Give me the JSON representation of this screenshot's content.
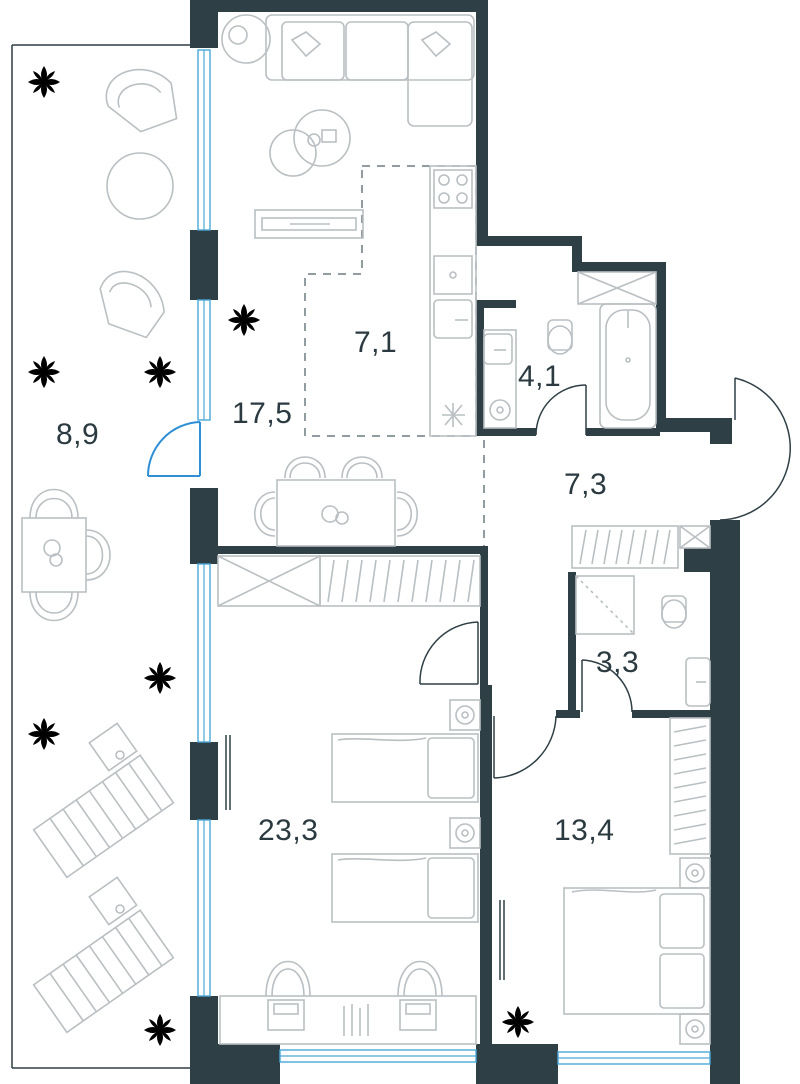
{
  "rooms": {
    "balcony": "8,9",
    "living": "17,5",
    "kitchen": "7,1",
    "bath_main": "4,1",
    "hall": "7,3",
    "bath_small": "3,3",
    "kids_room": "23,3",
    "bedroom": "13,4"
  },
  "colors": {
    "wall": "#2e3f45",
    "window": "#4aa8d8",
    "furniture": "#b9bfc2",
    "plant": "#7cc94a",
    "balcony_door": "#2e8fd6"
  }
}
